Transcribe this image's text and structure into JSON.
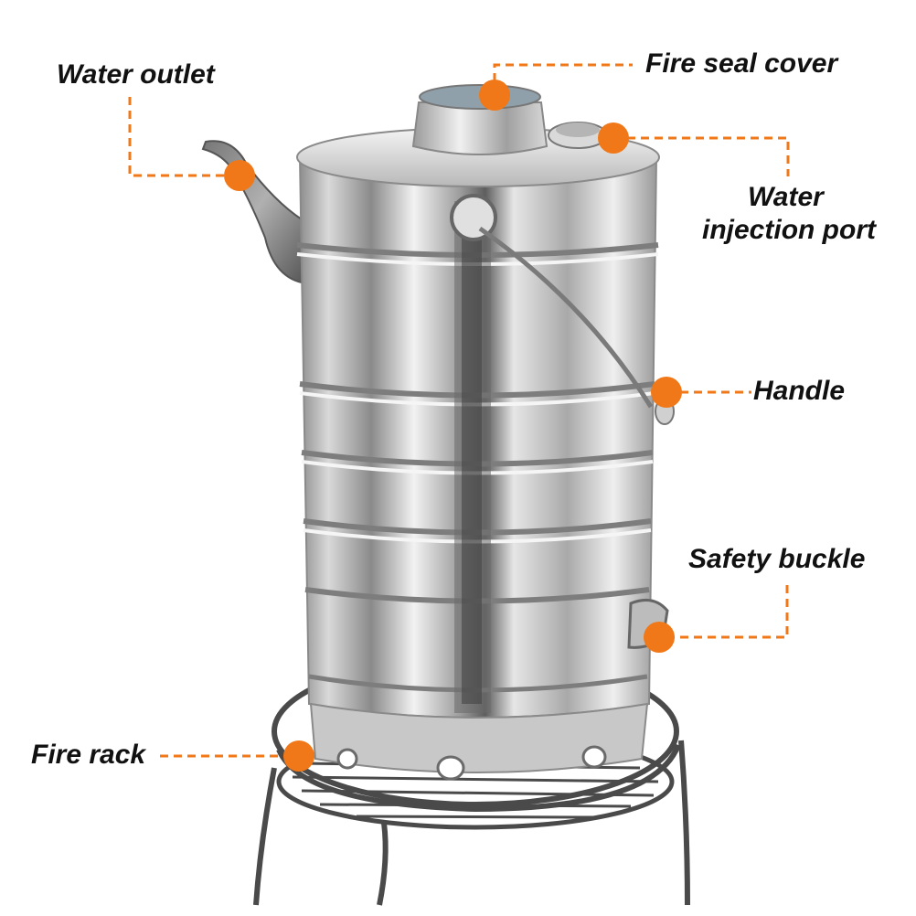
{
  "accent_color": "#f07818",
  "labels": {
    "water_outlet": "Water outlet",
    "fire_seal_cover": "Fire seal cover",
    "water_injection_port_line1": "Water",
    "water_injection_port_line2": "injection port",
    "handle": "Handle",
    "safety_buckle": "Safety buckle",
    "fire_rack": "Fire rack"
  }
}
